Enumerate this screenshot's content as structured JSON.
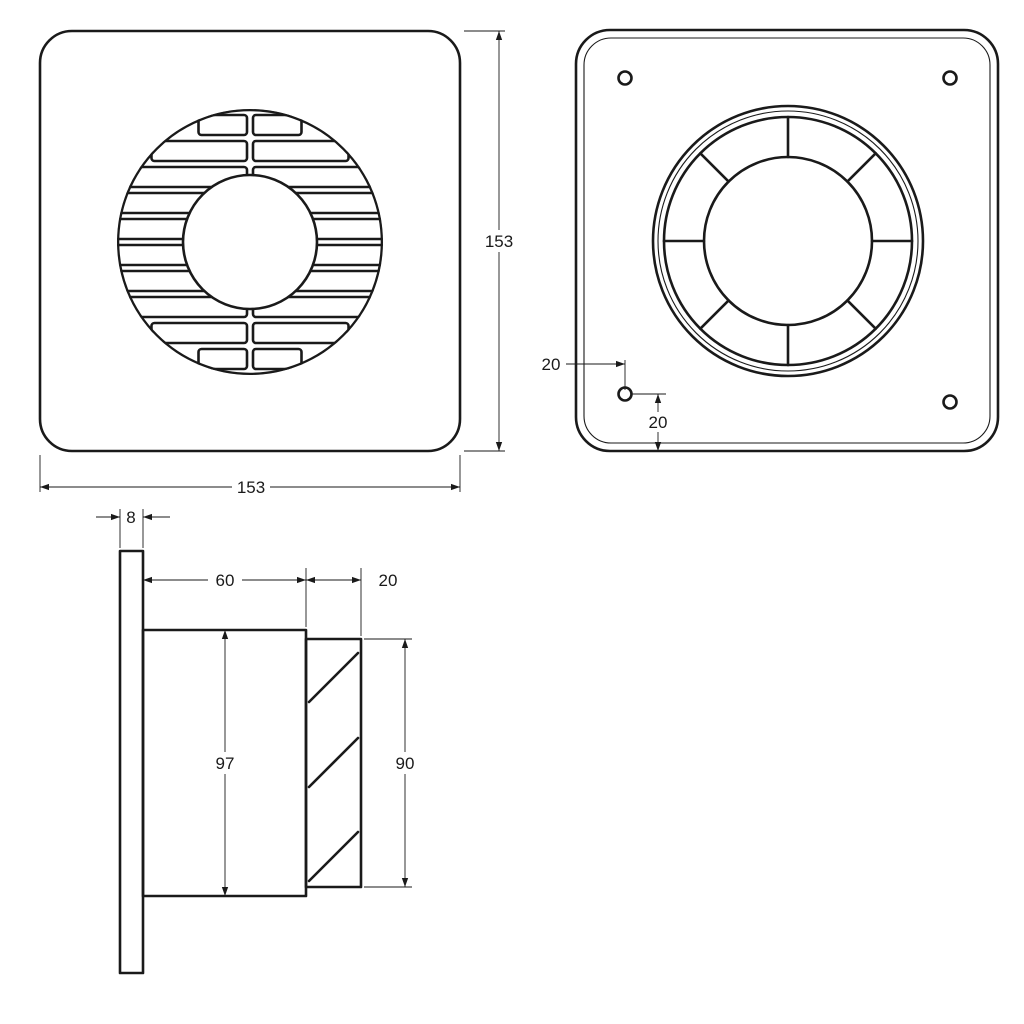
{
  "dimensions": {
    "front_width": "153",
    "front_height": "153",
    "hole_offset_x": "20",
    "hole_offset_y": "20",
    "plate_thickness": "8",
    "body_depth": "60",
    "spigot_depth": "20",
    "body_diameter": "97",
    "spigot_diameter": "90"
  }
}
